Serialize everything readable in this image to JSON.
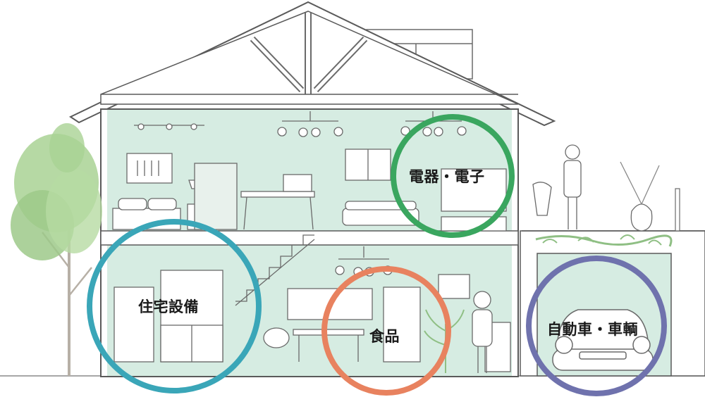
{
  "categories": [
    {
      "label": "電器・電子",
      "color": "#3aa65f"
    },
    {
      "label": "住宅設備",
      "color": "#3aa6b8"
    },
    {
      "label": "食品",
      "color": "#e8825f"
    },
    {
      "label": "自動車・車輌",
      "color": "#6f72ad"
    }
  ],
  "colors": {
    "wall_fill": "#d6ece2",
    "outline": "#5a5a5a",
    "tree": "#9dc98a",
    "plant": "#8fbf84"
  }
}
